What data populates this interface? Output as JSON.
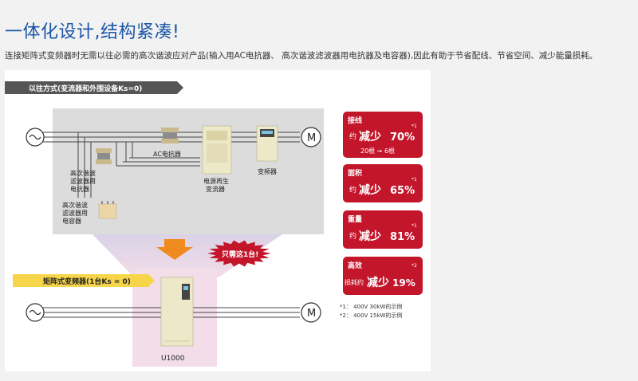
{
  "header": {
    "title": "一体化设计,结构紧凑!",
    "description": "连接矩阵式变频器时无需以往必需的高次谐波应对产品(输入用AC电抗器、 高次谐波滤波器用电抗器及电容器),因此有助于节省配线、节省空间、减少能量损耗。"
  },
  "diagram": {
    "old_banner": "以往方式(变流器和外围设备Ks=0)",
    "new_banner": "矩阵式变频器(1台Ks = 0)",
    "motor_label": "M",
    "labels": {
      "harmonic_reactor": [
        "高次谐波",
        "滤波器用",
        "电抗器"
      ],
      "harmonic_capacitor": [
        "高次谐波",
        "滤波器用",
        "电容器"
      ],
      "ac_reactor": "AC电抗器",
      "regen_converter": [
        "电源再生",
        "变流器"
      ],
      "inverter": "变频器",
      "only_one": "只需这1台!",
      "product": "U1000"
    },
    "stats": [
      {
        "name": "接线",
        "prefix": "约",
        "big": "减少",
        "value": "70%",
        "note": "*1",
        "extra": "20根 ➞ 6根"
      },
      {
        "name": "面积",
        "prefix": "约",
        "big": "减少",
        "value": "65%",
        "note": "*1",
        "extra": ""
      },
      {
        "name": "重量",
        "prefix": "约",
        "big": "减少",
        "value": "81%",
        "note": "*1",
        "extra": ""
      },
      {
        "name": "高效",
        "prefix": "损耗约",
        "big": "减少",
        "value": "19%",
        "note": "*2",
        "extra": ""
      }
    ],
    "footnotes": [
      "*1： 400V  30kW的示例",
      "*2： 400V  15kW的示例"
    ]
  },
  "colors": {
    "title": "#1a55a8",
    "stat_red": "#c3162b",
    "banner_yellow": "#f7d54a",
    "banner_dark": "#555555",
    "arrow_orange": "#ef8a1f"
  }
}
